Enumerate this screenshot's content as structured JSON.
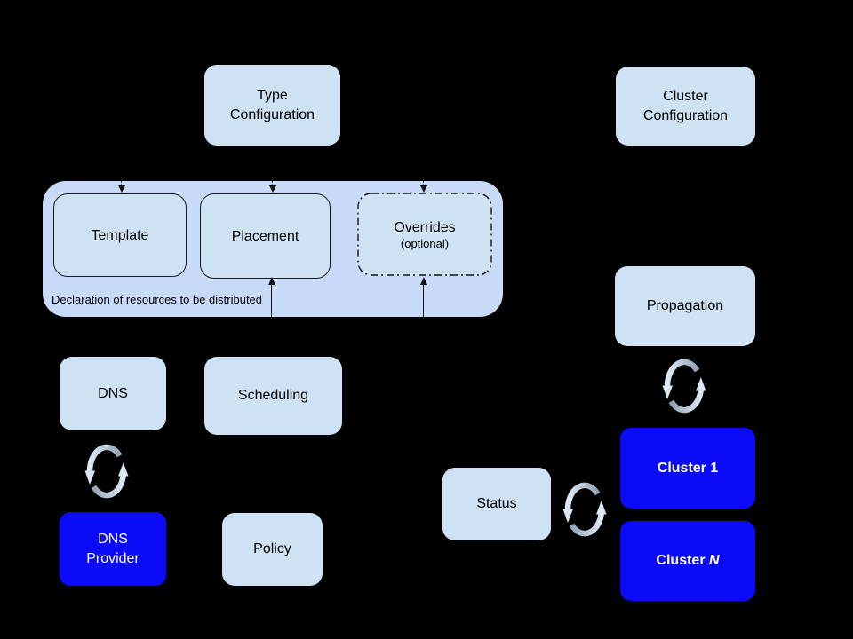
{
  "diagram": {
    "title": "federation resource distribution diagram",
    "colors": {
      "background": "#000000",
      "box_light": "#cfe2f3",
      "container_fill": "#c9daf8",
      "box_blue": "#0b0bfa",
      "text_dark": "#000000",
      "text_light": "#ffffff",
      "sync_dark": "#93a4b5",
      "sync_light": "#dfe9f5",
      "line": "#111111"
    },
    "nodes": {
      "type_config": {
        "label": "Type\nConfiguration"
      },
      "cluster_config": {
        "label": "Cluster\nConfiguration"
      },
      "template": {
        "label": "Template"
      },
      "placement": {
        "label": "Placement"
      },
      "overrides": {
        "title": "Overrides",
        "subtitle": "(optional)"
      },
      "dns": {
        "label": "DNS"
      },
      "scheduling": {
        "label": "Scheduling"
      },
      "dns_provider": {
        "label": "DNS\nProvider"
      },
      "policy": {
        "label": "Policy"
      },
      "propagation": {
        "label": "Propagation"
      },
      "status": {
        "label": "Status"
      },
      "cluster_1": {
        "label": "Cluster 1"
      },
      "cluster_n": {
        "prefix": "Cluster ",
        "suffix": "N"
      }
    },
    "container_caption": "Declaration of resources to be distributed"
  }
}
